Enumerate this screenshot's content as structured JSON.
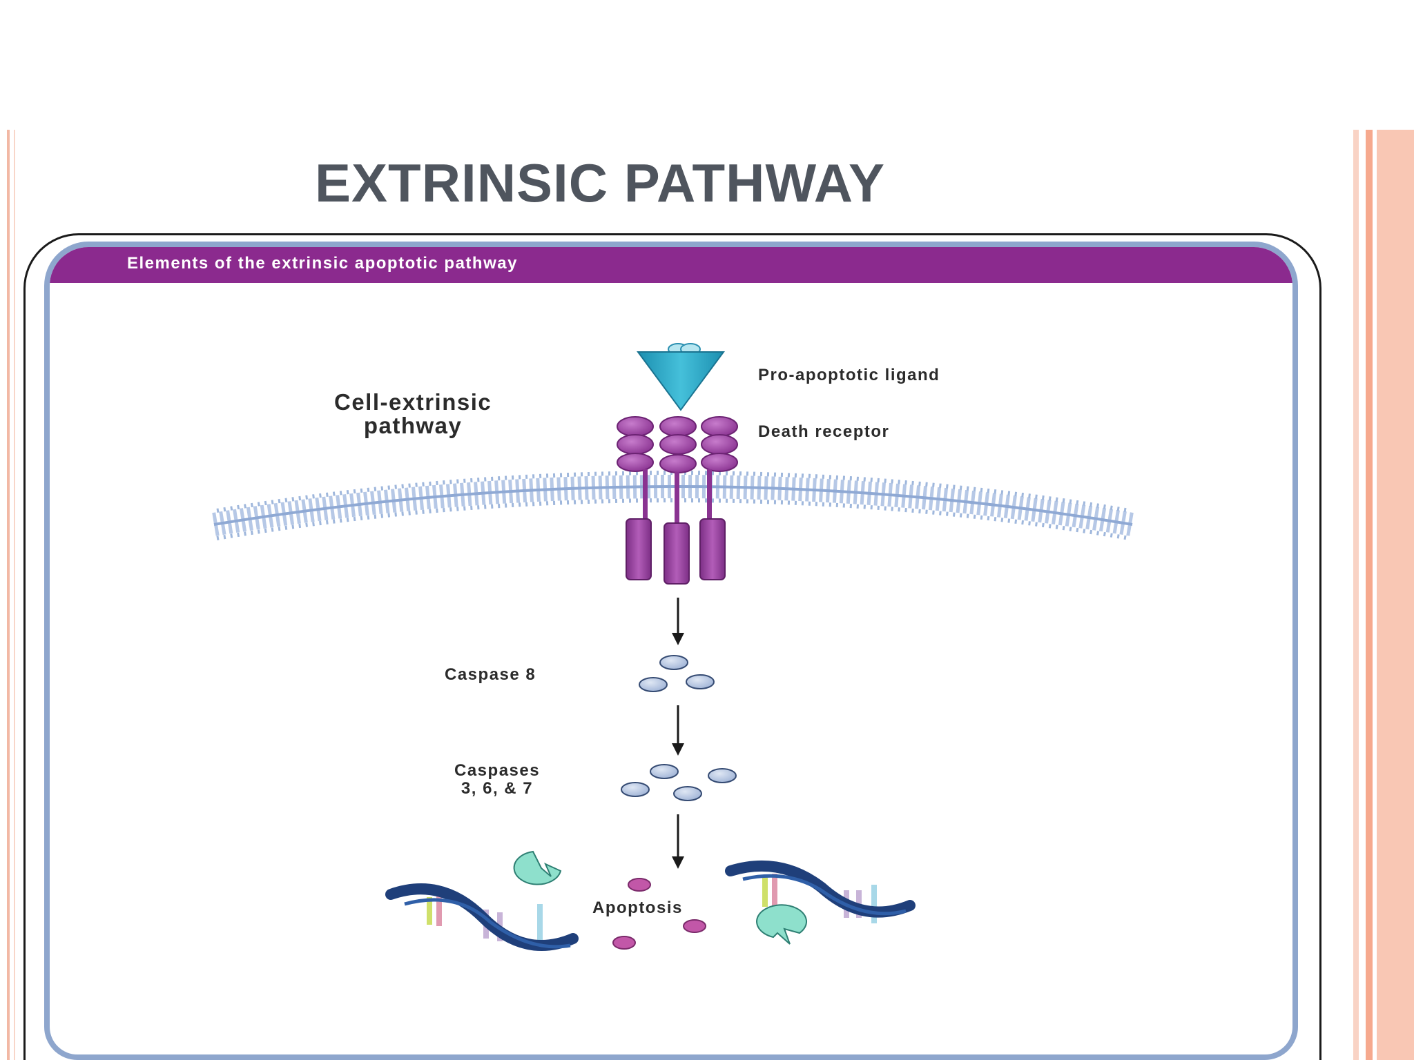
{
  "slide": {
    "title": "EXTRINSIC PATHWAY"
  },
  "figure": {
    "header": "Elements of the extrinsic apoptotic pathway",
    "side_label_line1": "Cell-extrinsic",
    "side_label_line2": "pathway",
    "labels": {
      "ligand": "Pro-apoptotic ligand",
      "receptor": "Death receptor",
      "caspase8": "Caspase 8",
      "caspases_line1": "Caspases",
      "caspases_line2": "3, 6, & 7",
      "apoptosis": "Apoptosis"
    },
    "colors": {
      "header": "#8b2a8e",
      "receptor": "#9a3fa0",
      "ligand": "#2aa6c4",
      "caspase": "#b7c8e4",
      "membrane": "#9fb7dc",
      "dna": "#1f3f7a",
      "enzyme": "#7fd6c4"
    }
  }
}
